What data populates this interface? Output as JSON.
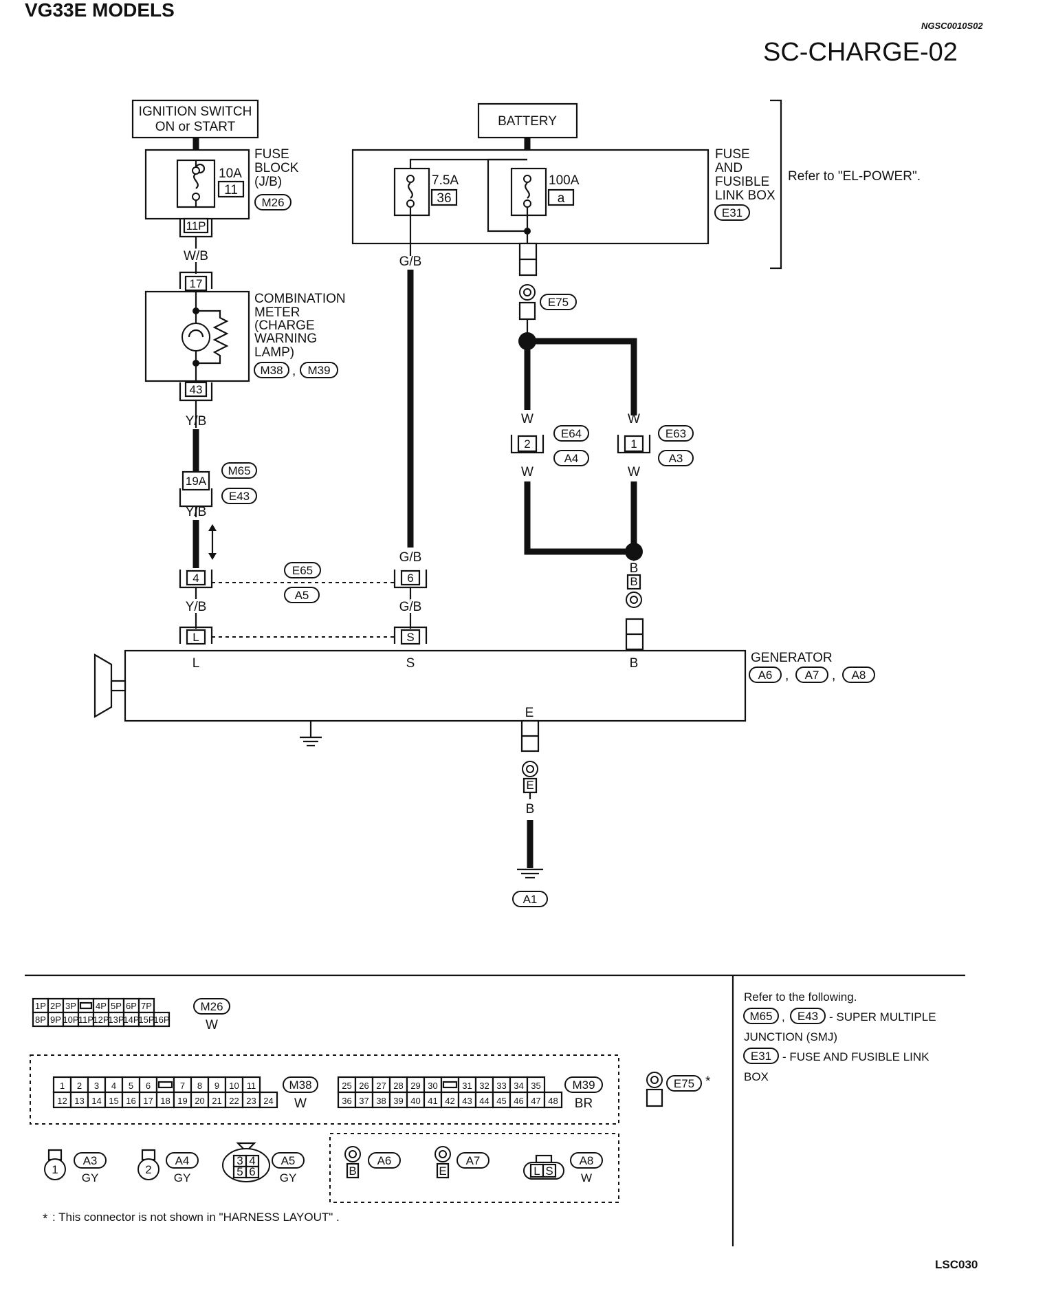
{
  "header": {
    "models": "VG33E MODELS",
    "code": "NGSC0010S02",
    "title": "SC-CHARGE-02",
    "figure_id": "LSC030"
  },
  "components": {
    "ignition_switch": [
      "IGNITION SWITCH",
      "ON or START"
    ],
    "battery": "BATTERY",
    "fuse_block_label": [
      "FUSE",
      "BLOCK",
      "(J/B)"
    ],
    "fuse_block_conn": "M26",
    "fuse_10a": "10A",
    "fuse_10a_no": "11",
    "fusible_box_label": [
      "FUSE",
      "AND",
      "FUSIBLE",
      "LINK BOX"
    ],
    "fusible_box_conn": "E31",
    "fuse_75a": "7.5A",
    "fuse_75a_no": "36",
    "fuse_100a": "100A",
    "fuse_100a_no": "a",
    "refer_power": "Refer to \"EL-POWER\".",
    "combination_meter": [
      "COMBINATION",
      "METER",
      "(CHARGE",
      "WARNING",
      "LAMP)"
    ],
    "meter_conn_1": "M38",
    "meter_conn_2": "M39",
    "generator": "GENERATOR",
    "gen_conns": [
      "A6",
      "A7",
      "A8"
    ],
    "ground_conn": "A1"
  },
  "wires": {
    "wb": "W/B",
    "gb": "G/B",
    "yb": "Y/B",
    "w": "W",
    "b": "B"
  },
  "terminals": {
    "t11p": "11P",
    "t17": "17",
    "t43": "43",
    "t19a": "19A",
    "t4": "4",
    "t6": "6",
    "tL": "L",
    "tS": "S",
    "tB": "B",
    "tE": "E",
    "t2": "2",
    "t1": "1"
  },
  "connectors": {
    "e75": "E75",
    "e64": "E64",
    "a4": "A4",
    "e63": "E63",
    "a3": "A3",
    "m65": "M65",
    "e43": "E43",
    "e65": "E65",
    "a5": "A5"
  },
  "legend": {
    "m26_top": [
      "1P",
      "2P",
      "3P",
      "",
      "4P",
      "5P",
      "6P",
      "7P"
    ],
    "m26_bot": [
      "8P",
      "9P",
      "10P",
      "11P",
      "12P",
      "13P",
      "14P",
      "15P",
      "16P"
    ],
    "m26_id": "M26",
    "m26_color": "W",
    "m38_top": [
      "1",
      "2",
      "3",
      "4",
      "5",
      "6",
      "",
      "7",
      "8",
      "9",
      "10",
      "11"
    ],
    "m38_bot": [
      "12",
      "13",
      "14",
      "15",
      "16",
      "17",
      "18",
      "19",
      "20",
      "21",
      "22",
      "23",
      "24"
    ],
    "m38_id": "M38",
    "m38_color": "W",
    "m39_top": [
      "25",
      "26",
      "27",
      "28",
      "29",
      "30",
      "",
      "31",
      "32",
      "33",
      "34",
      "35"
    ],
    "m39_bot": [
      "36",
      "37",
      "38",
      "39",
      "40",
      "41",
      "42",
      "43",
      "44",
      "45",
      "46",
      "47",
      "48"
    ],
    "m39_id": "M39",
    "m39_color": "BR",
    "e75_id": "E75",
    "e75_mark": "*",
    "a3_term": "1",
    "a3_id": "A3",
    "a3_color": "GY",
    "a4_term": "2",
    "a4_id": "A4",
    "a4_color": "GY",
    "a5_terms": [
      "3",
      "4",
      "5",
      "6"
    ],
    "a5_id": "A5",
    "a5_color": "GY",
    "a6_term": "B",
    "a6_id": "A6",
    "a7_term": "E",
    "a7_id": "A7",
    "a8_terms": [
      "L",
      "S"
    ],
    "a8_id": "A8",
    "a8_color": "W",
    "footnote_mark": "*",
    "footnote": ": This connector is not shown in \"HARNESS LAYOUT\" ."
  },
  "refer": {
    "line1": "Refer to the following.",
    "smj_conns": [
      "M65",
      "E43"
    ],
    "smj_text": "- SUPER MULTIPLE",
    "smj_text2": "JUNCTION (SMJ)",
    "fuse_conn": "E31",
    "fuse_text": "- FUSE AND FUSIBLE LINK",
    "fuse_text2": "BOX"
  }
}
